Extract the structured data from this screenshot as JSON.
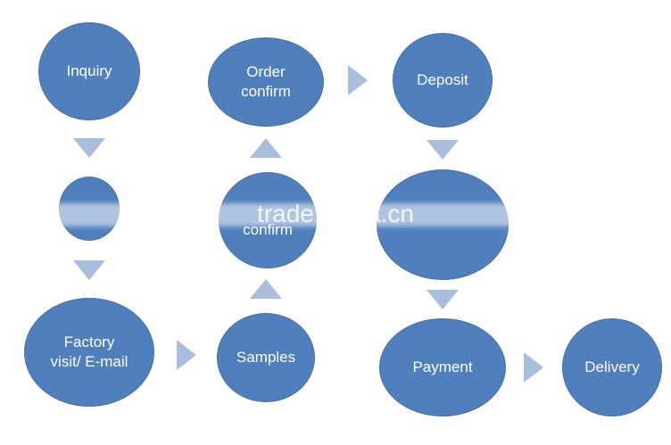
{
  "nodes": {
    "inquiry": "Inquiry",
    "node_2": "",
    "factory": "Factory\nvisit/ E-mail",
    "order_confirm": "Order\nconfirm",
    "middle_confirm": "confirm",
    "samples": "Samples",
    "deposit": "Deposit",
    "node_6": "",
    "payment": "Payment",
    "delivery": "Delivery"
  },
  "watermark": "trade.china.cn",
  "colors": {
    "node_fill": "#4f7fbd",
    "arrow_fill": "#a9bddc",
    "text": "#ffffff"
  }
}
